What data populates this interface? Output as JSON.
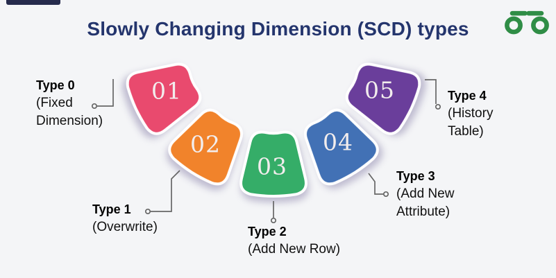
{
  "page": {
    "background": "#f4f5f7",
    "topbar_color": "#262b4d"
  },
  "title": {
    "text": "Slowly Changing Dimension (SCD) types",
    "color": "#24356d"
  },
  "logo": {
    "name": "geeksforgeeks-logo",
    "color": "#2f8d46"
  },
  "connector_color": "#666666",
  "segments": [
    {
      "number": "01",
      "color": "#e94a6e",
      "label_title": "Type 0",
      "label_lines": [
        "(Fixed",
        "Dimension)"
      ]
    },
    {
      "number": "02",
      "color": "#f1832b",
      "label_title": "Type 1",
      "label_lines": [
        "(Overwrite)"
      ]
    },
    {
      "number": "03",
      "color": "#35ad68",
      "label_title": "Type 2",
      "label_lines": [
        "(Add New Row)"
      ]
    },
    {
      "number": "04",
      "color": "#4271b5",
      "label_title": "Type 3",
      "label_lines": [
        "(Add New",
        "Attribute)"
      ]
    },
    {
      "number": "05",
      "color": "#6a3e9b",
      "label_title": "Type 4",
      "label_lines": [
        "(History",
        "Table)"
      ]
    }
  ]
}
